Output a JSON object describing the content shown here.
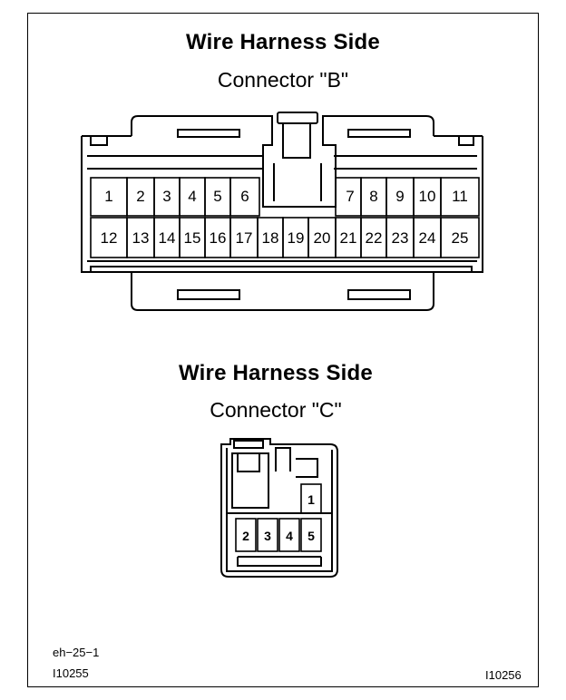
{
  "connector_b": {
    "title": "Wire Harness Side",
    "subtitle": "Connector \"B\"",
    "row1": [
      "1",
      "2",
      "3",
      "4",
      "5",
      "6",
      "7",
      "8",
      "9",
      "10",
      "11"
    ],
    "row2": [
      "12",
      "13",
      "14",
      "15",
      "16",
      "17",
      "18",
      "19",
      "20",
      "21",
      "22",
      "23",
      "24",
      "25"
    ]
  },
  "connector_c": {
    "title": "Wire Harness Side",
    "subtitle": "Connector \"C\"",
    "top_pins": [
      "1"
    ],
    "bottom_pins": [
      "2",
      "3",
      "4",
      "5"
    ]
  },
  "codes": {
    "left_top": "eh−25−1",
    "left_bottom": "I10255",
    "right_bottom": "I10256"
  }
}
